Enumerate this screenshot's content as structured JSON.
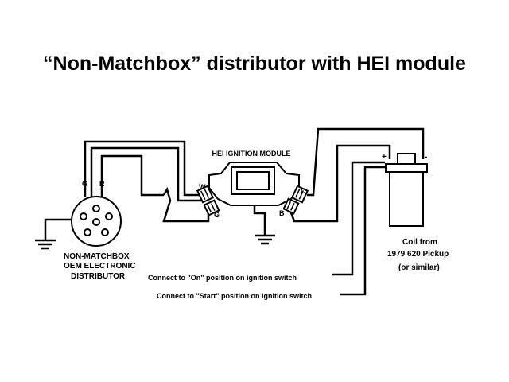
{
  "title": "“Non-Matchbox” distributor with HEI module",
  "module": {
    "label": "HEI IGNITION MODULE",
    "terminals": {
      "w": "W",
      "g": "G",
      "b": "B",
      "c": "C"
    }
  },
  "distributor": {
    "terminal_g": "G",
    "terminal_r": "R",
    "label_lines": [
      "NON-MATCHBOX",
      "OEM ELECTRONIC",
      "DISTRIBUTOR"
    ]
  },
  "coil": {
    "plus": "+",
    "minus": "-",
    "label_lines": [
      "Coil from",
      "1979 620 Pickup",
      "(or similar)"
    ]
  },
  "notes": {
    "on": "Connect to \"On\" position on ignition switch",
    "start": "Connect to \"Start\" position on ignition switch"
  }
}
